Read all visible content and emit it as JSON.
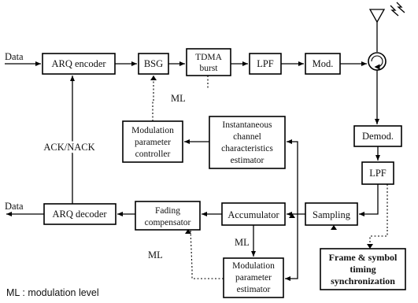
{
  "inputs": {
    "data_in": "Data",
    "data_out": "Data"
  },
  "blocks": {
    "arq_encoder": "ARQ encoder",
    "bsg": "BSG",
    "tdma_1": "TDMA",
    "tdma_2": "burst",
    "tx_lpf": "LPF",
    "mod": "Mod.",
    "demod": "Demod.",
    "rx_lpf": "LPF",
    "sampling": "Sampling",
    "accumulator": "Accumulator",
    "fading_1": "Fading",
    "fading_2": "compensator",
    "arq_decoder": "ARQ decoder",
    "mpc_1": "Modulation",
    "mpc_2": "parameter",
    "mpc_3": "controller",
    "icce_1": "Instantaneous",
    "icce_2": "channel",
    "icce_3": "characteristics",
    "icce_4": "estimator",
    "mpe_1": "Modulation",
    "mpe_2": "parameter",
    "mpe_3": "estimator",
    "sync_1": "Frame & symbol",
    "sync_2": "timing",
    "sync_3": "synchronization"
  },
  "labels": {
    "ack_nack": "ACK/NACK",
    "ml_top": "ML",
    "ml_mid": "ML",
    "ml_left": "ML",
    "legend": "ML : modulation level"
  }
}
